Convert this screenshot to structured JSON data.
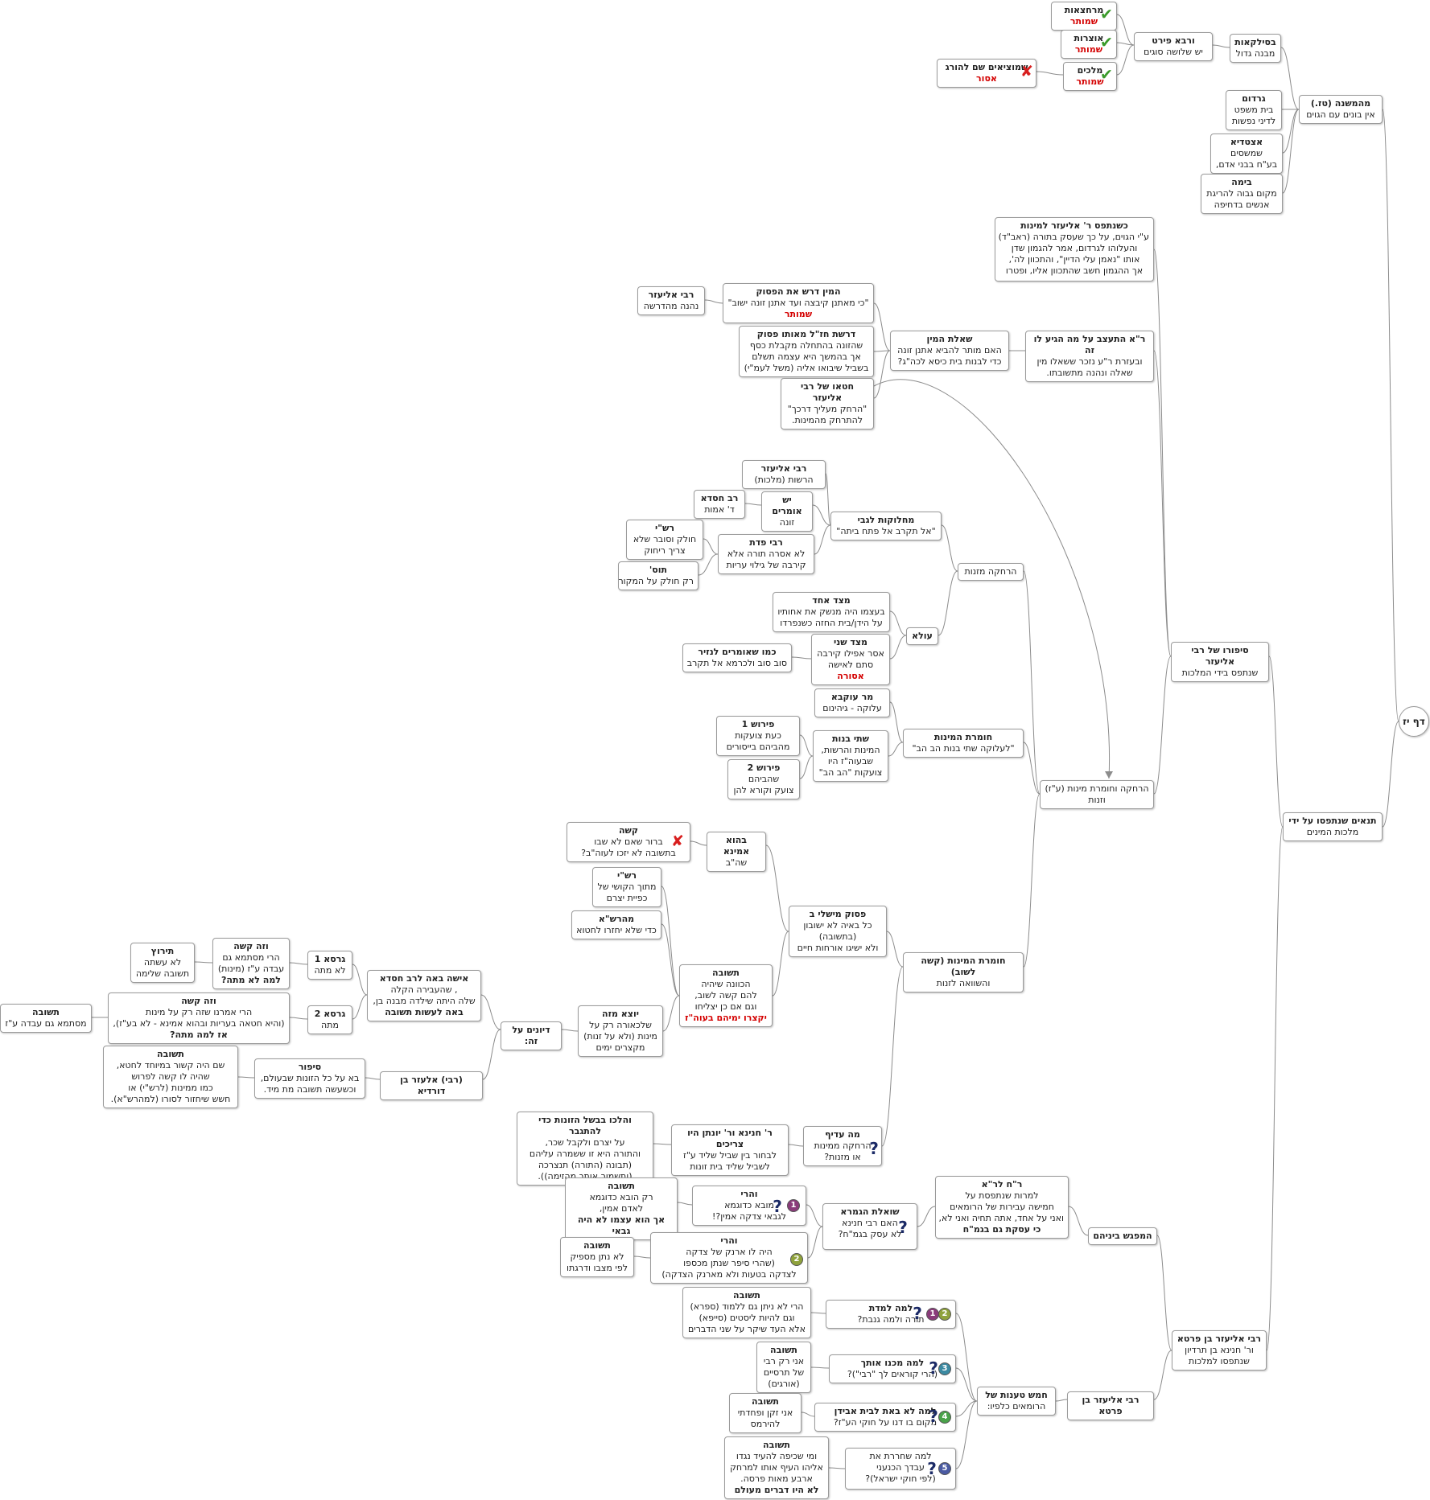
{
  "nodes": {
    "center": {
      "title": "דף יז"
    },
    "mishna": {
      "title": "מהמשנה (טז.)",
      "lines": [
        "אין בונים עם הגוים"
      ]
    },
    "basilkaot": {
      "title": "בסילקאות",
      "lines": [
        "מבנה גדול"
      ]
    },
    "vrava": {
      "title": "ורבא פירט",
      "lines": [
        "יש שלושה סוגים"
      ]
    },
    "merchatzaot": {
      "title": "מרחצאות",
      "red": "שמותר"
    },
    "otzarot": {
      "title": "אוצרות",
      "red": "שמותר"
    },
    "melachim": {
      "title": "מלכים",
      "red": "שמותר"
    },
    "shemotziim": {
      "title": "שמוציאים שם להורג",
      "red": "אסור"
    },
    "gardom": {
      "title": "גרדום",
      "lines": [
        "בית משפט",
        "לדיני נפשות"
      ]
    },
    "itztadia": {
      "title": "אצטדיא",
      "lines": [
        "שמשסים",
        "בע\"ח בבני אדם,"
      ]
    },
    "bima": {
      "title": "בימה",
      "lines": [
        "מקום גבוה להריגת",
        "אנשים בדחיפה"
      ]
    },
    "tannaim": {
      "title": "תנאים שנתפסו על ידי",
      "lines": [
        "מלכות המינים"
      ]
    },
    "sipuro": {
      "title": "סיפורו של רבי אליעזר",
      "lines": [
        "שנתפס בידי המלכות"
      ]
    },
    "kshenitpas": {
      "title": "כשנתפס ר' אליעזר למינות",
      "lines": [
        "ע\"י הגוים, על כך שעסק בתורה (ראב\"ד)",
        "והעלוהו לגרדום, אמר להגמון שדן",
        "אותו \"נאמן עלי הדיין\", והתכוון לה',",
        "אך ההגמון חשב שהתכוון אליו, ופטרו"
      ]
    },
    "raHitatzev": {
      "title": "ר\"א התעצב על מה הגיע לו זה",
      "lines": [
        "ובעזרת ר\"ע נזכר ששאלו מין",
        "שאלה ונהנה מתשובתו."
      ]
    },
    "sheelatHamin": {
      "title": "שאלת המין",
      "lines": [
        "האם מותר להביא אתנן זונה",
        "כדי לבנות בית כיסא לכה\"ג?"
      ]
    },
    "haminDarash": {
      "title": "המין דרש את הפסוק",
      "lines": [
        "\"כי מאתנן קיבצה ועד אתנן זונה ישוב\""
      ],
      "red": "שמותר"
    },
    "raNehene": {
      "title": "רבי אליעזר",
      "lines": [
        "נהנה מהדרשה"
      ]
    },
    "drashatChazal": {
      "title": "דרשת חז\"ל מאותו פסוק",
      "lines": [
        "שהזונה בהתחלה מקבלת כסף",
        "אך בהמשך היא עצמה תשלם",
        "בשביל שיבואו אליה (משל לעמ\"י)"
      ]
    },
    "chetao": {
      "title": "חטאו של רבי אליעזר",
      "lines": [
        "\"הרחק מעליך דרכך\"",
        "להתרחק מהמינות."
      ]
    },
    "harchakaVechumra": {
      "title": "",
      "lines": [
        "הרחקה וחומרת מינות (ע\"ז)",
        "וזנות"
      ]
    },
    "harchakaMizenut": {
      "title": "",
      "lines": [
        "הרחקה מזנות"
      ]
    },
    "machloket": {
      "title": "מחלוקות לגבי",
      "lines": [
        "\"אל תקרב אל פתח ביתה\""
      ]
    },
    "raReshut": {
      "title": "רבי אליעזר",
      "lines": [
        "הרשות (מלכות)"
      ]
    },
    "yeshOmrim": {
      "title": "יש אומרים",
      "lines": [
        "זונה"
      ]
    },
    "ravChisda": {
      "title": "רב חסדא",
      "lines": [
        "ד' אמות"
      ]
    },
    "rabiPedat": {
      "title": "רבי פדת",
      "lines": [
        "לא אסרה תורה אלא",
        "קירבה של גילוי עריות"
      ]
    },
    "rashi1": {
      "title": "רש\"י",
      "lines": [
        "חולק וסובר שלא",
        "צריך ריחוק"
      ]
    },
    "tos": {
      "title": "תוס'",
      "lines": [
        "רק חולק על המקור"
      ]
    },
    "ula": {
      "title": "עולא",
      "lines": []
    },
    "mitzadEchad": {
      "title": "מצד אחד",
      "lines": [
        "בעצמו היה מנשק את אחותיו",
        "על הידן/בית החזה כשנפרדו"
      ]
    },
    "mitzadSheni": {
      "title": "מצד שני",
      "lines": [
        "אסר אפילו קירבה",
        "סתם לאישה"
      ],
      "red": "אסורה"
    },
    "kmoNazir": {
      "title": "כמו שאומרים לנזיר",
      "lines": [
        "סוב סוב ולכרמא אל תקרב"
      ]
    },
    "chumratHaminut": {
      "title": "חומרת המינות",
      "lines": [
        "\"לעלוקה שתי בנות הב הב\""
      ]
    },
    "marUkva": {
      "title": "מר עוקבא",
      "lines": [
        "עלוקה - גיהינום"
      ]
    },
    "shteiBanot": {
      "title": "שתי בנות",
      "lines": [
        "המינות והרשות,",
        "שבעוה\"ז היו",
        "צועקות \"הב הב\""
      ]
    },
    "perush1": {
      "title": "פירוש 1",
      "lines": [
        "כעת צועקות",
        "מהביהם בייסורים"
      ]
    },
    "perush2": {
      "title": "פירוש 2",
      "lines": [
        "שהביהם",
        "צועק וקורא להן"
      ]
    },
    "chomratHaminut2": {
      "title": "חומרת המינות (קשה לשוב)",
      "lines": [
        "והשוואה לזנות"
      ]
    },
    "pasukMishlei": {
      "title": "פסוק מישלי ב",
      "lines": [
        "כל באיה לא ישובון",
        "(בתשובה)",
        "ולא ישיגו אורחות חיים"
      ]
    },
    "bahuAmina": {
      "title": "בהוא אמינא",
      "lines": [
        "שה\"ב"
      ]
    },
    "kashe1": {
      "title": "קשה",
      "lines": [
        "ברור שאם לא שבו",
        "בתשובה לא יזכו לעוה\"ב?"
      ]
    },
    "teshuva1": {
      "title": "תשובה",
      "lines": [
        "הכוונה שיהיה",
        "להם קשה לשוב,",
        "וגם אם כן יצליחו"
      ],
      "red": "יקצרו ימיהם בעוה\"ז"
    },
    "rashi2": {
      "title": "רש\"י",
      "lines": [
        "מתוך הקושי של",
        "כפיית יצרם"
      ]
    },
    "maharsha": {
      "title": "מהרש\"א",
      "lines": [
        "כדי שלא יחזרו לחטוא"
      ]
    },
    "yotzeMize": {
      "title": "יוצא מזה",
      "lines": [
        "שלכאורה רק על",
        "מינות (ולא על זנות)",
        "מקצרים ימים"
      ]
    },
    "diyunim": {
      "title": "דיונים על זה:",
      "lines": []
    },
    "ishaBaa": {
      "title": "אישה באה לרב חסדא",
      "lines": [
        ", שהעבירה הקלה",
        "שלה היתה שילדה מבנה בן,"
      ],
      "bold2": "באה לעשות תשובה"
    },
    "girsa1": {
      "title": "גרסא 1",
      "lines": [
        "לא מתה"
      ]
    },
    "veze1": {
      "title": "וזה קשה",
      "lines": [
        "הרי מסתמא גם",
        "עבדה ע\"ז (מינות)"
      ],
      "bold2": "למה לא מתה?"
    },
    "terutz": {
      "title": "תירוץ",
      "lines": [
        "לא עשתה",
        "תשובה שלימה"
      ]
    },
    "girsa2": {
      "title": "גרסא 2",
      "lines": [
        "מתה"
      ]
    },
    "veze2": {
      "title": "וזה קשה",
      "lines": [
        "הרי אמרנו שזה רק על מינות",
        "(והיא חטאה בעריות ובהוא אמינא - לא בע\"ז),"
      ],
      "bold2": "אז למה מתה?"
    },
    "teshuvaMistama": {
      "title": "תשובה",
      "lines": [
        "מסתמא גם עבדה ע\"ז"
      ]
    },
    "elazarDordia": {
      "title": "(רבי) אלעזר בן דורדיא",
      "lines": []
    },
    "sipur": {
      "title": "סיפור",
      "lines": [
        "בא על כל הזונות שבעולם,",
        "וכשעשה תשובה מת מיד."
      ]
    },
    "teshuvaSipur": {
      "title": "תשובה",
      "lines": [
        "שם היה קשור במיוחד לחטא,",
        "שהיה לו קשה לפרוש",
        "כמו ממינות (לרש\"י) או",
        "חשש שיחזור לסורו (למהרש\"א)."
      ]
    },
    "maAdif": {
      "title": "מה עדיף",
      "lines": [
        "הרחקה ממינות",
        "או מזנות?"
      ]
    },
    "chaninaYonatan": {
      "title": "ר' חנינא ור' יונתן היו צריכים",
      "lines": [
        "לבחור בין שביל שליד ע\"ז",
        "לשביל שליד בית זונות"
      ]
    },
    "velachu": {
      "title": "והלכו בבשל הזונות כדי להתגבר",
      "lines": [
        "על יצרם ולקבל שכר,",
        "והתורה היא זו ששמרה עליהם",
        "(תבונה (התורה) תנצרכה",
        "(ותשמור אותך מהזימה))."
      ]
    },
    "raEliezerAndChanina": {
      "title": "רבי אליעזר בן פרטא",
      "lines": [
        "ור' חנינא בן תרדיון",
        "שנתפסו למלכות"
      ]
    },
    "hamifgash": {
      "title": "המפגש ביניהם",
      "lines": []
    },
    "rachLera": {
      "title": "ר\"ח לר\"א",
      "lines": [
        "למרות שנתפסת על",
        "חמישה עבירות של הרומאים",
        "ואני על אחד, אתה תחיה ואני לא,"
      ],
      "bold2": "כי עסקת גם בגמ\"ח"
    },
    "sheelatHagemara": {
      "title": "שואלת הגמרא",
      "lines": [
        "האם רבי חנינא",
        "לא עסק בגמ\"ח?"
      ]
    },
    "vehari1": {
      "title": "והרי",
      "lines": [
        "מובא כדוגמא",
        "לגבאי צדקה אמין?!"
      ]
    },
    "teshuvaGabai": {
      "title": "תשובה",
      "lines": [
        "רק הובא כדוגמא",
        "לאדם אמין,"
      ],
      "bold2": "אך הוא עצמו לא היה גבאי"
    },
    "vehari2": {
      "title": "והרי",
      "lines": [
        "היה לו ארנק של צדקה",
        "(שהרי סיפר שנתן מכספו",
        "לצדקה בטעות ולא מארנק הצדקה)"
      ]
    },
    "teshuvaMaspik": {
      "title": "תשובה",
      "lines": [
        "לא נתן מספיק",
        "לפי מצבו ודרגתו"
      ]
    },
    "raEliezerPerata": {
      "title": "רבי אליעזר בן פרטא",
      "lines": []
    },
    "chameshTaanot": {
      "title": "חמש טענות של",
      "lines": [
        "הרומאים כלפיו:"
      ]
    },
    "lamaLamadta": {
      "title": "למה למדת",
      "lines": [
        "תורה ולמה גנבת?"
      ]
    },
    "teshuvaSefer": {
      "title": "תשובה",
      "lines": [
        "הרי לא ניתן גם ללמוד (ספרא)",
        "וגם להיות ליסטים (סייפא)",
        "אלא העד שיקר על שני הדברים"
      ]
    },
    "lamaMechanu": {
      "title": "למה מכנו אותך",
      "lines": [
        "(הרי קוראים לך \"רבי\")?"
      ]
    },
    "teshuvaTarsiim": {
      "title": "תשובה",
      "lines": [
        "אני רק רבי",
        "של תרסיים",
        "(אורגים)"
      ]
    },
    "lamaLoBata": {
      "title": "למה לא באת לבית אבידן",
      "lines": [
        "מקום בו דנו על חוקי הע\"ז?"
      ]
    },
    "teshuvaZaken": {
      "title": "תשובה",
      "lines": [
        "אני זקן ופחדתי",
        "להירמס"
      ]
    },
    "lamaShichrarta": {
      "title": "",
      "lines": [
        "למה שחררת את",
        "עבדך הכנעני",
        "(לפי חוקי ישראל)?"
      ]
    },
    "teshuvaLoHayu": {
      "title": "תשובה",
      "lines": [
        "ומי שכיפה להעיד נגדו",
        "אליהו העיף אותו למרחק",
        "ארבע מאות פרסה."
      ],
      "bold2": "לא היו דברים מעולם"
    }
  },
  "icons": {
    "check": "check-icon",
    "cross": "cross-icon",
    "question": "question-mark-icon",
    "numbers": [
      "1",
      "2",
      "3",
      "4",
      "5"
    ]
  }
}
